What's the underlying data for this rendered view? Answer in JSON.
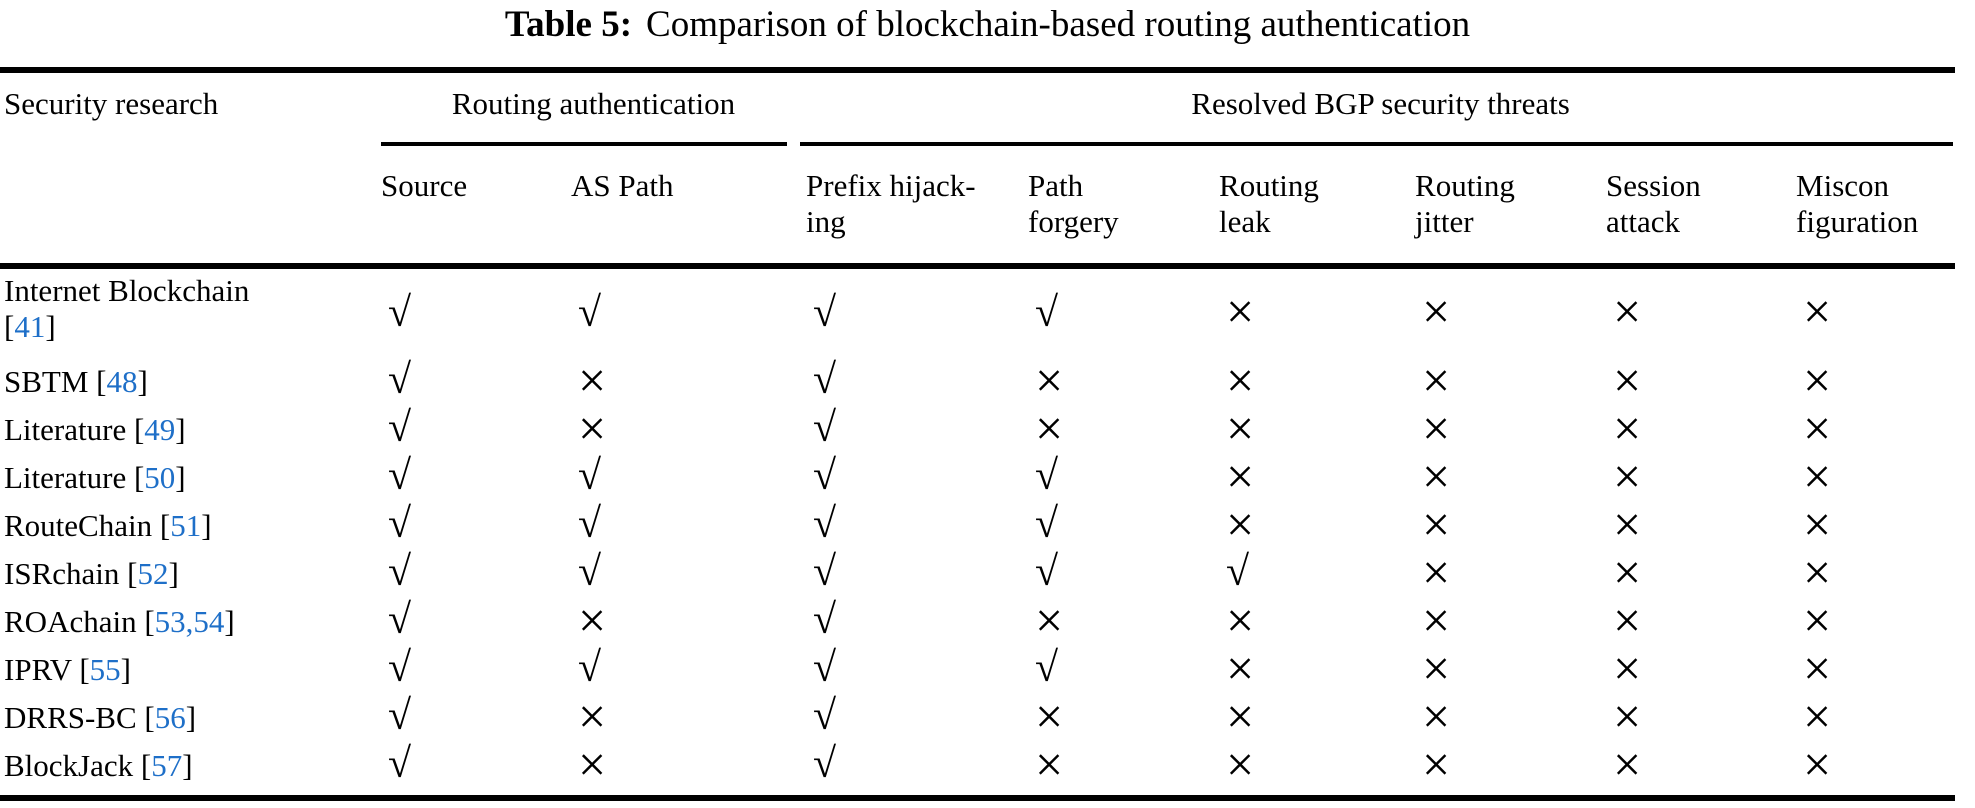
{
  "title": {
    "label": "Table 5:",
    "text": "Comparison of blockchain-based routing authentication"
  },
  "marks": {
    "check": "√",
    "cross": "×"
  },
  "punct": {
    "open": "[",
    "close": "]"
  },
  "colors": {
    "citation_blue": "#1e6fc8",
    "rule_black": "#000000",
    "background": "#ffffff"
  },
  "table": {
    "row_header": "Security research",
    "groups": [
      {
        "label": "Routing authentication",
        "span": 2
      },
      {
        "label": "Resolved BGP security threats",
        "span": 6
      }
    ],
    "columns": [
      {
        "line1": "Source",
        "line2": ""
      },
      {
        "line1": "AS Path",
        "line2": ""
      },
      {
        "line1": "Prefix hijack-",
        "line2": "ing"
      },
      {
        "line1": "Path",
        "line2": "forgery"
      },
      {
        "line1": "Routing",
        "line2": "leak"
      },
      {
        "line1": "Routing",
        "line2": "jitter"
      },
      {
        "line1": "Session",
        "line2": "attack"
      },
      {
        "line1": "Miscon",
        "line2": "figuration"
      }
    ],
    "rows": [
      {
        "name": "Internet Blockchain",
        "cite": "41",
        "cite_newline": true,
        "values": [
          "check",
          "check",
          "check",
          "check",
          "cross",
          "cross",
          "cross",
          "cross"
        ]
      },
      {
        "name": "SBTM",
        "cite": "48",
        "values": [
          "check",
          "cross",
          "check",
          "cross",
          "cross",
          "cross",
          "cross",
          "cross"
        ]
      },
      {
        "name": "Literature",
        "cite": "49",
        "values": [
          "check",
          "cross",
          "check",
          "cross",
          "cross",
          "cross",
          "cross",
          "cross"
        ]
      },
      {
        "name": "Literature",
        "cite": "50",
        "values": [
          "check",
          "check",
          "check",
          "check",
          "cross",
          "cross",
          "cross",
          "cross"
        ]
      },
      {
        "name": "RouteChain",
        "cite": "51",
        "values": [
          "check",
          "check",
          "check",
          "check",
          "cross",
          "cross",
          "cross",
          "cross"
        ]
      },
      {
        "name": "ISRchain",
        "cite": "52",
        "values": [
          "check",
          "check",
          "check",
          "check",
          "check",
          "cross",
          "cross",
          "cross"
        ]
      },
      {
        "name": "ROAchain",
        "cite": "53,54",
        "values": [
          "check",
          "cross",
          "check",
          "cross",
          "cross",
          "cross",
          "cross",
          "cross"
        ]
      },
      {
        "name": "IPRV",
        "cite": "55",
        "values": [
          "check",
          "check",
          "check",
          "check",
          "cross",
          "cross",
          "cross",
          "cross"
        ]
      },
      {
        "name": "DRRS-BC",
        "cite": "56",
        "values": [
          "check",
          "cross",
          "check",
          "cross",
          "cross",
          "cross",
          "cross",
          "cross"
        ]
      },
      {
        "name": "BlockJack",
        "cite": "57",
        "values": [
          "check",
          "cross",
          "check",
          "cross",
          "cross",
          "cross",
          "cross",
          "cross"
        ]
      }
    ]
  }
}
